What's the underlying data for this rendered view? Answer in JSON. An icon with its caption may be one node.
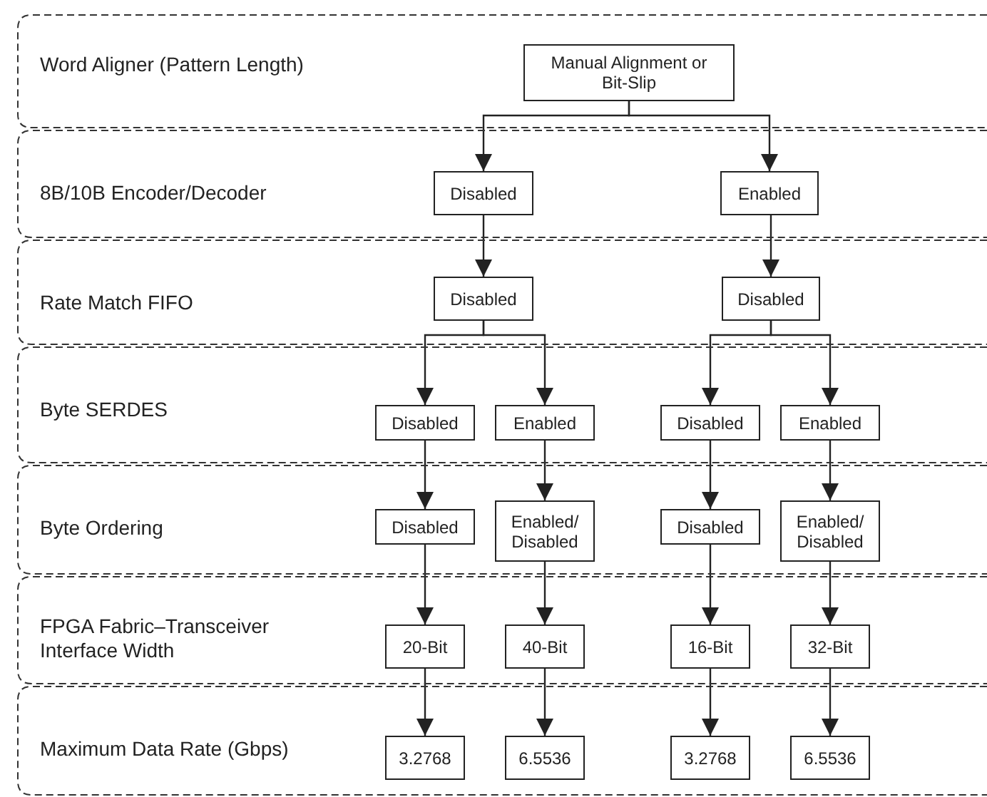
{
  "diagram": {
    "nodes": [
      {
        "text": [
          "Word Aligner (Pattern Length)"
        ]
      },
      {
        "text": [
          "Manual Alignment or Bit-Slip"
        ],
        "in": 0
      },
      {
        "text": [
          "8B/10B Encoder/Decoder"
        ]
      },
      {
        "text": [
          "Disabled"
        ],
        "in": 2
      },
      {
        "text": [
          "Enabled"
        ],
        "in": 2
      },
      {
        "text": [
          "Rate Match FIFO"
        ]
      },
      {
        "text": [
          "Disabled"
        ],
        "in": 5
      },
      {
        "text": [
          "Disabled"
        ],
        "in": 5
      },
      {
        "text": [
          "Byte SERDES"
        ]
      },
      {
        "text": [
          "Disabled"
        ],
        "in": 8
      },
      {
        "text": [
          "Enabled"
        ],
        "in": 8
      },
      {
        "text": [
          "Disabled"
        ],
        "in": 8
      },
      {
        "text": [
          "Enabled"
        ],
        "in": 8
      },
      {
        "text": [
          "Byte Ordering"
        ]
      },
      {
        "text": [
          "Disabled"
        ],
        "in": 13
      },
      {
        "text": [
          "Enabled/ Disabled"
        ],
        "in": 13
      },
      {
        "text": [
          "Disabled"
        ],
        "in": 13
      },
      {
        "text": [
          "Enabled/ Disabled"
        ],
        "in": 13
      },
      {
        "text": [
          "FPGA Fabric–Transceiver Interface Width"
        ]
      },
      {
        "text": [
          "20-Bit"
        ],
        "in": 18
      },
      {
        "text": [
          "40-Bit"
        ],
        "in": 18
      },
      {
        "text": [
          "16-Bit"
        ],
        "in": 18
      },
      {
        "text": [
          "32-Bit"
        ],
        "in": 18
      },
      {
        "text": [
          "Maximum Data Rate (Gbps)"
        ]
      },
      {
        "text": [
          "3.2768"
        ],
        "in": 23
      },
      {
        "text": [
          "6.5536"
        ],
        "in": 23
      },
      {
        "text": [
          "3.2768"
        ],
        "in": 23
      },
      {
        "text": [
          "6.5536"
        ],
        "in": 23
      }
    ],
    "edges": [
      {
        "from": 1,
        "to": 3,
        "arrow": "to"
      },
      {
        "from": 1,
        "to": 4,
        "arrow": "to"
      },
      {
        "from": 3,
        "to": 6,
        "arrow": "to"
      },
      {
        "from": 4,
        "to": 7,
        "arrow": "to"
      },
      {
        "from": 6,
        "to": 9,
        "arrow": "to"
      },
      {
        "from": 6,
        "to": 10,
        "arrow": "to"
      },
      {
        "from": 7,
        "to": 11,
        "arrow": "to"
      },
      {
        "from": 7,
        "to": 12,
        "arrow": "to"
      },
      {
        "from": 9,
        "to": 14,
        "arrow": "to"
      },
      {
        "from": 10,
        "to": 15,
        "arrow": "to"
      },
      {
        "from": 11,
        "to": 16,
        "arrow": "to"
      },
      {
        "from": 12,
        "to": 17,
        "arrow": "to"
      },
      {
        "from": 14,
        "to": 19,
        "arrow": "to"
      },
      {
        "from": 15,
        "to": 20,
        "arrow": "to"
      },
      {
        "from": 16,
        "to": 21,
        "arrow": "to"
      },
      {
        "from": 17,
        "to": 22,
        "arrow": "to"
      },
      {
        "from": 19,
        "to": 24,
        "arrow": "to"
      },
      {
        "from": 20,
        "to": 25,
        "arrow": "to"
      },
      {
        "from": 21,
        "to": 26,
        "arrow": "to"
      },
      {
        "from": 22,
        "to": 27,
        "arrow": "to"
      }
    ]
  }
}
